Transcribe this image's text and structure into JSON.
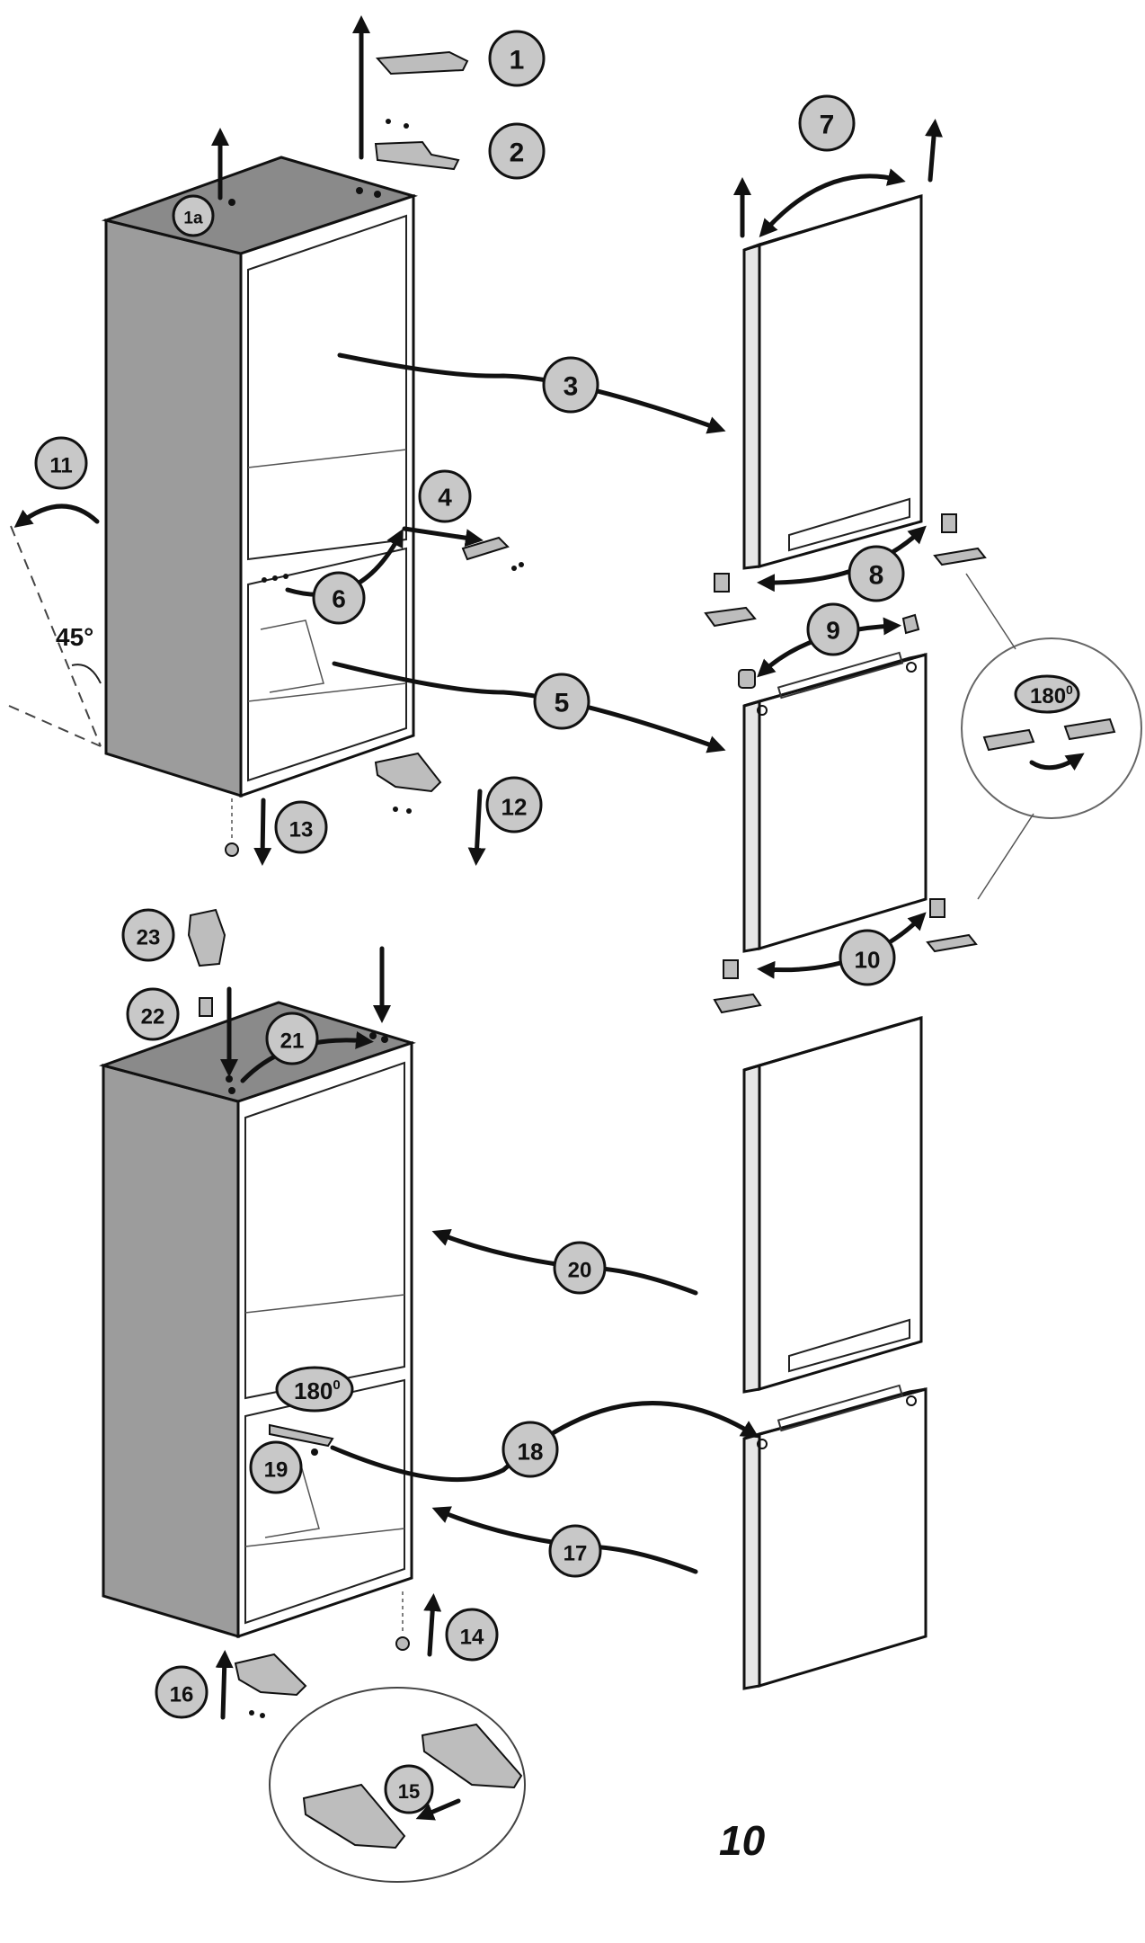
{
  "figure": {
    "page_number": "10",
    "angle_label": "45°",
    "rotation_label": "180",
    "rotation_sup": "0"
  },
  "callouts": [
    "1",
    "1a",
    "2",
    "3",
    "4",
    "5",
    "6",
    "7",
    "8",
    "9",
    "10",
    "11",
    "12",
    "13",
    "14",
    "15",
    "16",
    "17",
    "18",
    "19",
    "20",
    "21",
    "22",
    "23"
  ],
  "colors": {
    "cabinet_side": "#9c9c9c",
    "cabinet_top": "#8a8a8a",
    "callout_fill": "#c8c8c8",
    "ink": "#111111"
  }
}
